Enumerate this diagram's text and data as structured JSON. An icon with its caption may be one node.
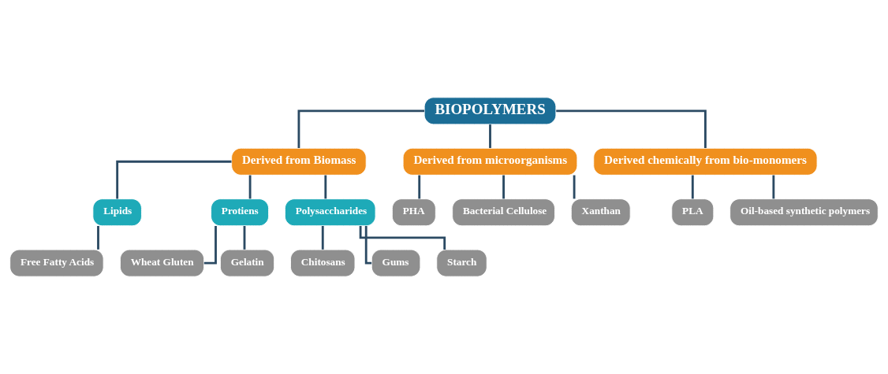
{
  "diagram": {
    "nodes": [
      {
        "text": [
          "BIOPOLYMERS"
        ]
      },
      {
        "text": [
          "Derived from Biomass"
        ]
      },
      {
        "text": [
          "Derived from microorganisms"
        ]
      },
      {
        "text": [
          "Derived chemically from bio-monomers"
        ]
      },
      {
        "text": [
          "Lipids"
        ]
      },
      {
        "text": [
          "Protiens"
        ]
      },
      {
        "text": [
          "Polysaccharides"
        ]
      },
      {
        "text": [
          "Free Fatty Acids"
        ]
      },
      {
        "text": [
          "Wheat Gluten"
        ]
      },
      {
        "text": [
          "Gelatin"
        ]
      },
      {
        "text": [
          "Chitosans"
        ]
      },
      {
        "text": [
          "Gums"
        ]
      },
      {
        "text": [
          "Starch"
        ]
      },
      {
        "text": [
          "PHA"
        ]
      },
      {
        "text": [
          "Bacterial Cellulose"
        ]
      },
      {
        "text": [
          "Xanthan"
        ]
      },
      {
        "text": [
          "PLA"
        ]
      },
      {
        "text": [
          "Oil-based synthetic polymers"
        ]
      }
    ],
    "edges": [
      {
        "from": 0,
        "to": 1,
        "arrow": "none"
      },
      {
        "from": 0,
        "to": 2,
        "arrow": "none"
      },
      {
        "from": 0,
        "to": 3,
        "arrow": "none"
      },
      {
        "from": 1,
        "to": 4,
        "arrow": "none"
      },
      {
        "from": 1,
        "to": 5,
        "arrow": "none"
      },
      {
        "from": 1,
        "to": 6,
        "arrow": "none"
      },
      {
        "from": 4,
        "to": 7,
        "arrow": "none"
      },
      {
        "from": 5,
        "to": 8,
        "arrow": "none"
      },
      {
        "from": 5,
        "to": 9,
        "arrow": "none"
      },
      {
        "from": 6,
        "to": 10,
        "arrow": "none"
      },
      {
        "from": 6,
        "to": 11,
        "arrow": "none"
      },
      {
        "from": 6,
        "to": 12,
        "arrow": "none"
      },
      {
        "from": 2,
        "to": 13,
        "arrow": "none"
      },
      {
        "from": 2,
        "to": 14,
        "arrow": "none"
      },
      {
        "from": 2,
        "to": 15,
        "arrow": "none"
      },
      {
        "from": 3,
        "to": 16,
        "arrow": "none"
      },
      {
        "from": 3,
        "to": 17,
        "arrow": "none"
      }
    ]
  }
}
